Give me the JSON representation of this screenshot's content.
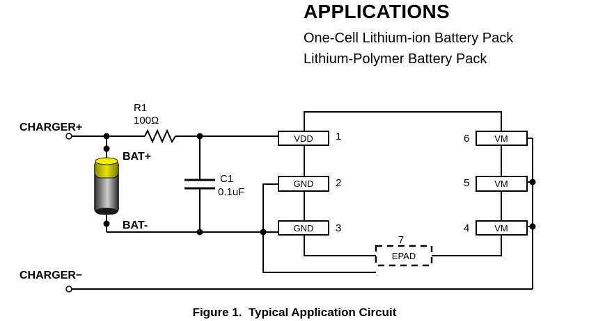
{
  "applications": {
    "heading": "APPLICATIONS",
    "items": [
      "One-Cell Lithium-ion Battery Pack",
      "Lithium-Polymer Battery Pack"
    ]
  },
  "circuit": {
    "nets": {
      "charger_plus": "CHARGER+",
      "charger_minus": "CHARGER−",
      "bat_plus": "BAT+",
      "bat_minus": "BAT-"
    },
    "resistor": {
      "ref": "R1",
      "value": "100Ω"
    },
    "capacitor": {
      "ref": "C1",
      "value": "0.1uF"
    },
    "pins": [
      {
        "number": "1",
        "name": "VDD"
      },
      {
        "number": "2",
        "name": "GND"
      },
      {
        "number": "3",
        "name": "GND"
      },
      {
        "number": "4",
        "name": "VM"
      },
      {
        "number": "5",
        "name": "VM"
      },
      {
        "number": "6",
        "name": "VM"
      },
      {
        "number": "7",
        "name": "EPAD"
      }
    ],
    "colors": {
      "line": "#000000",
      "battery_cap": "#d8d400"
    }
  },
  "caption": "Figure 1.  Typical Application Circuit"
}
